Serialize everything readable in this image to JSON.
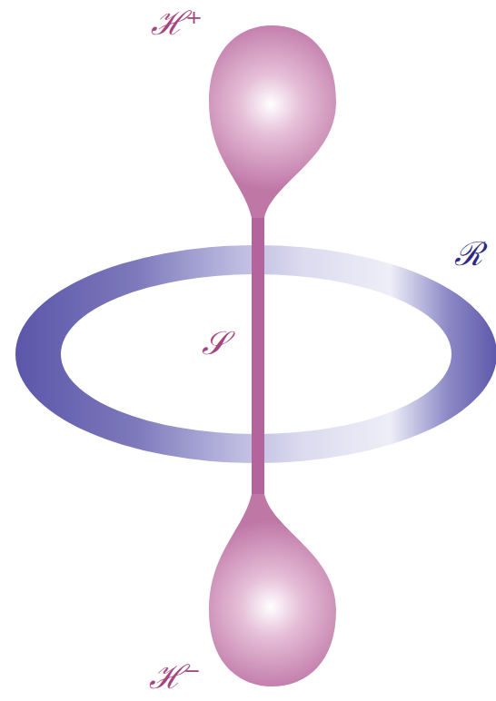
{
  "diagram": {
    "labels": [
      "ℋ⁺",
      "ℛ",
      "𝒮",
      "ℋ⁻"
    ]
  }
}
